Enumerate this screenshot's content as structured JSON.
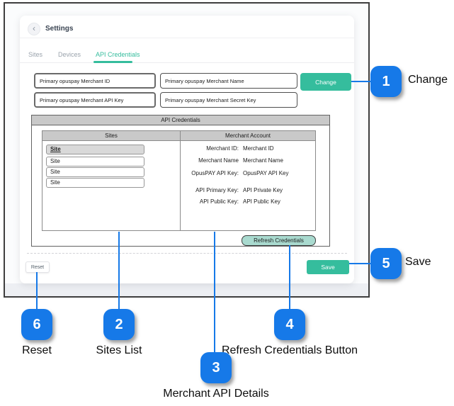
{
  "header": {
    "title": "Settings"
  },
  "icons": {
    "back_chevron": "‹"
  },
  "tabs": [
    {
      "label": "Sites",
      "active": false
    },
    {
      "label": "Devices",
      "active": false
    },
    {
      "label": "API Credentials",
      "active": true
    }
  ],
  "fields": {
    "merchant_id": "Primary opuspay Merchant ID",
    "merchant_name": "Primary opuspay Merchant Name",
    "merchant_api_key": "Primary opuspay Merchant API Key",
    "merchant_secret_key": "Primary opuspay Merchant Secret Key"
  },
  "buttons": {
    "change": "Change",
    "refresh": "Refresh Credentials",
    "reset": "Reset",
    "save": "Save"
  },
  "panel": {
    "title": "API Credentials",
    "sites_header": "Sites",
    "merchant_header": "Merchant Account",
    "sites": [
      "Site",
      "Site",
      "Site",
      "Site"
    ],
    "merchant_rows": [
      {
        "label": "Merchant ID:",
        "value": "Merchant ID"
      },
      {
        "label": "Merchant Name",
        "value": "Merchant Name"
      },
      {
        "label": "OpusPAY API Key:",
        "value": "OpusPAY API Key"
      },
      {
        "label": "API Primary Key:",
        "value": "API Private Key"
      },
      {
        "label": "API Public Key:",
        "value": "API Public Key"
      }
    ]
  },
  "callouts": [
    {
      "num": "1",
      "label": "Change"
    },
    {
      "num": "2",
      "label": "Sites List"
    },
    {
      "num": "3",
      "label": "Merchant API Details"
    },
    {
      "num": "4",
      "label": "Refresh Credentials Button"
    },
    {
      "num": "5",
      "label": "Save"
    },
    {
      "num": "6",
      "label": "Reset"
    }
  ],
  "colors": {
    "accent_teal": "#35bd9d",
    "callout_blue": "#1679e8",
    "refresh_bg": "#a9dacf",
    "panel_header_gray": "#c9c9c9"
  }
}
